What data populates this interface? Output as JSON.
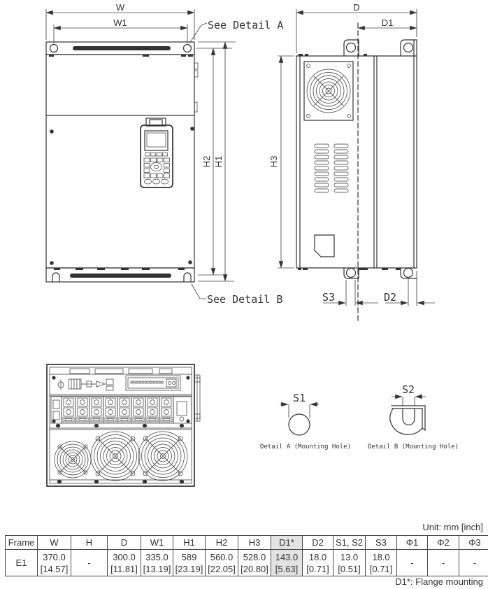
{
  "drawing": {
    "front_view": {
      "dim_w": "W",
      "dim_w1": "W1",
      "dim_h1": "H1",
      "dim_h2": "H2",
      "see_detail_a": "See Detail A",
      "see_detail_b": "See Detail B"
    },
    "side_view": {
      "dim_d": "D",
      "dim_d1": "D1",
      "dim_h3": "H3",
      "dim_s3": "S3",
      "dim_d2": "D2"
    },
    "detail_a": {
      "dim_s1": "S1",
      "caption": "Detail A (Mounting Hole)"
    },
    "detail_b": {
      "dim_s2": "S2",
      "caption": "Detail B (Mounting Hole)"
    }
  },
  "table": {
    "unit_label": "Unit: mm [inch]",
    "headers": [
      "Frame",
      "W",
      "H",
      "D",
      "W1",
      "H1",
      "H2",
      "H3",
      "D1*",
      "D2",
      "S1, S2",
      "S3",
      "Φ1",
      "Φ2",
      "Φ3"
    ],
    "row": {
      "frame": "E1",
      "cells": [
        {
          "mm": "370.0",
          "inch": "[14.57]"
        },
        {
          "mm": "-",
          "inch": ""
        },
        {
          "mm": "300.0",
          "inch": "[11.81]"
        },
        {
          "mm": "335.0",
          "inch": "[13.19]"
        },
        {
          "mm": "589",
          "inch": "[23.19]"
        },
        {
          "mm": "560.0",
          "inch": "[22.05]"
        },
        {
          "mm": "528.0",
          "inch": "[20.80]"
        },
        {
          "mm": "143.0",
          "inch": "[5.63]"
        },
        {
          "mm": "18.0",
          "inch": "[0.71]"
        },
        {
          "mm": "13.0",
          "inch": "[0.51]"
        },
        {
          "mm": "18.0",
          "inch": "[0.71]"
        },
        {
          "mm": "-",
          "inch": ""
        },
        {
          "mm": "-",
          "inch": ""
        },
        {
          "mm": "-",
          "inch": ""
        }
      ]
    },
    "footnote": "D1*: Flange mounting"
  },
  "colors": {
    "line": "#333333",
    "dim_line": "#444444",
    "highlight": "#e3e3e3"
  }
}
